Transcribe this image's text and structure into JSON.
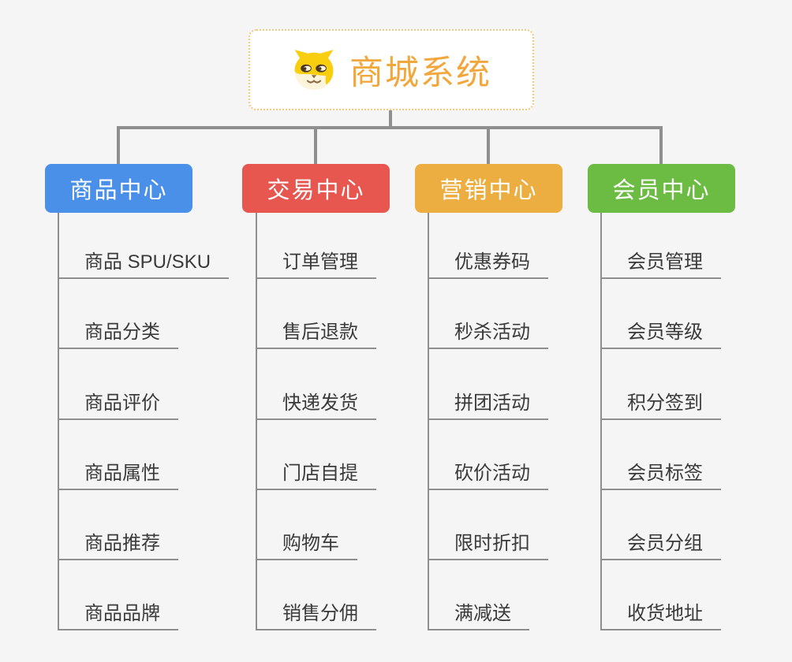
{
  "root": {
    "label": "商城系统",
    "icon": "dog-icon",
    "text_color": "#f2a73c",
    "border_color": "#f4c77c",
    "background": "#ffffff"
  },
  "colors": {
    "connector": "#8f8f8f",
    "item_text": "#3a3a3a",
    "page_background": "#f5f5f6"
  },
  "branches": [
    {
      "label": "商品中心",
      "color": "#4a90e8",
      "items": [
        "商品 SPU/SKU",
        "商品分类",
        "商品评价",
        "商品属性",
        "商品推荐",
        "商品品牌"
      ]
    },
    {
      "label": "交易中心",
      "color": "#e7564f",
      "items": [
        "订单管理",
        "售后退款",
        "快递发货",
        "门店自提",
        "购物车",
        "销售分佣"
      ]
    },
    {
      "label": "营销中心",
      "color": "#ecae41",
      "items": [
        "优惠券码",
        "秒杀活动",
        "拼团活动",
        "砍价活动",
        "限时折扣",
        "满减送"
      ]
    },
    {
      "label": "会员中心",
      "color": "#6cbc44",
      "items": [
        "会员管理",
        "会员等级",
        "积分签到",
        "会员标签",
        "会员分组",
        "收货地址"
      ]
    }
  ]
}
